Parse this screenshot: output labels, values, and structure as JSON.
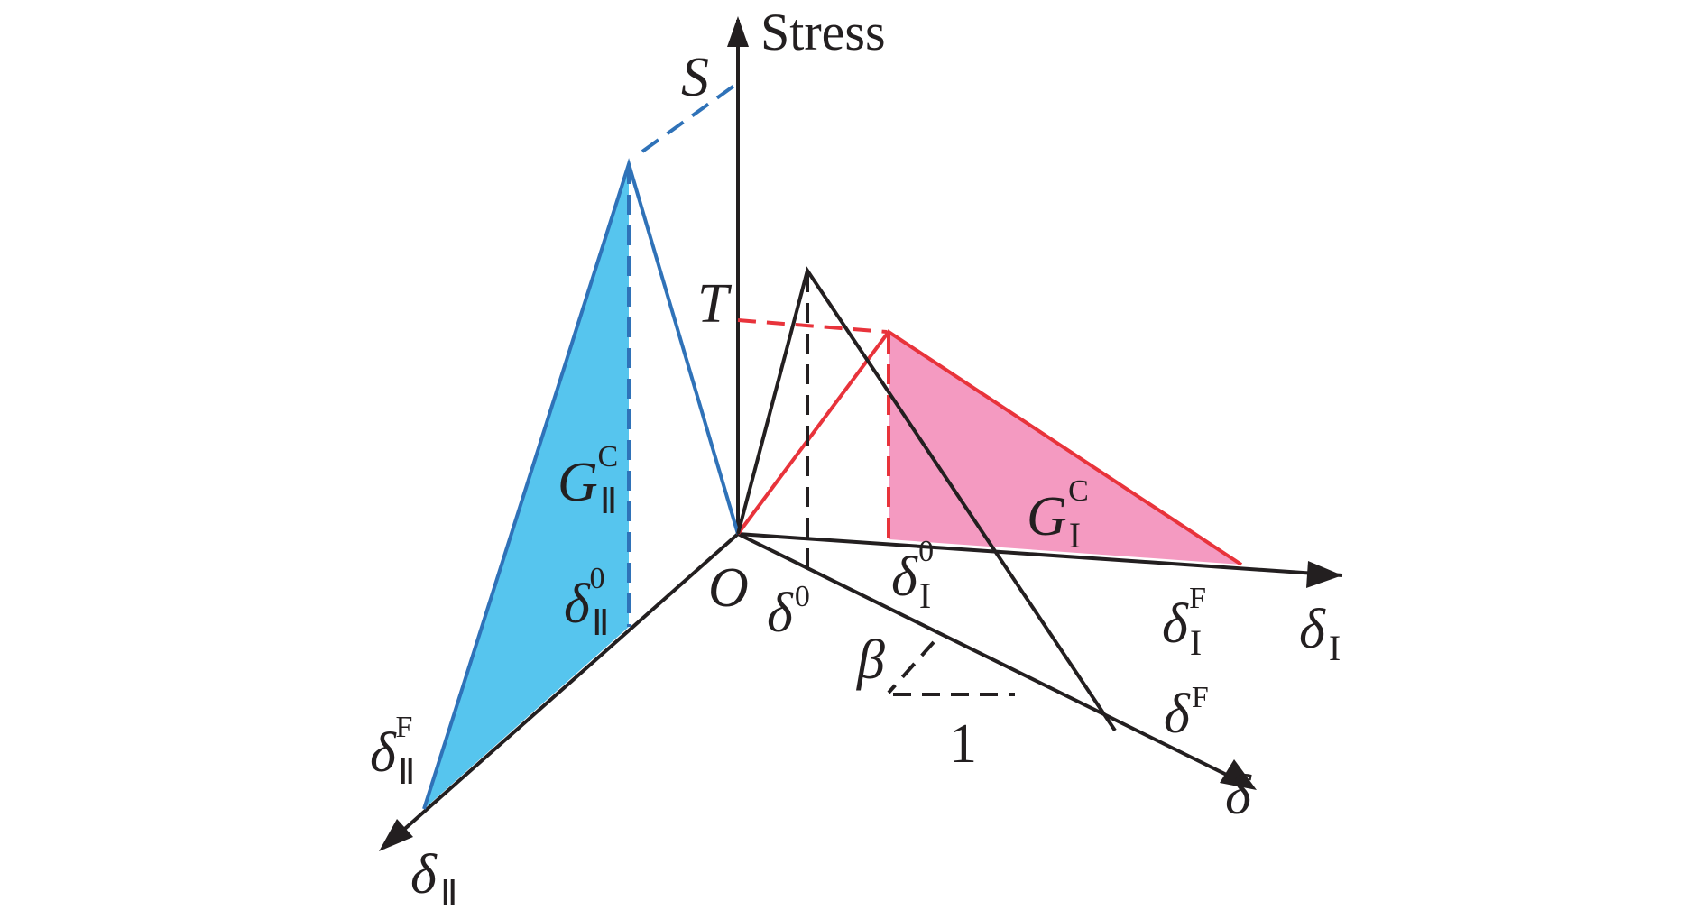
{
  "axes": {
    "stress": "Stress",
    "delta_I": {
      "main": "δ",
      "sub": "I"
    },
    "delta_II": {
      "main": "δ",
      "sub": "Ⅱ"
    },
    "delta": "δ"
  },
  "points": {
    "origin": "O",
    "shear_strength": "S",
    "normal_strength": "T",
    "delta_I_0": {
      "main": "δ",
      "sub": "I",
      "sup": "0"
    },
    "delta_II_0": {
      "main": "δ",
      "sub": "Ⅱ",
      "sup": "0"
    },
    "delta_I_F": {
      "main": "δ",
      "sub": "I",
      "sup": "F"
    },
    "delta_II_F": {
      "main": "δ",
      "sub": "Ⅱ",
      "sup": "F"
    },
    "delta_0": {
      "main": "δ",
      "sup": "0"
    },
    "delta_F": {
      "main": "δ",
      "sup": "F"
    }
  },
  "areas": {
    "G_I_C": {
      "main": "G",
      "sub": "I",
      "sup": "C"
    },
    "G_II_C": {
      "main": "G",
      "sub": "Ⅱ",
      "sup": "C"
    }
  },
  "slope": {
    "angle": "β",
    "run": "1"
  },
  "colors": {
    "axis": "#231f20",
    "mode_I": "#e8333b",
    "mode_I_fill": "#f49ac1",
    "mode_II": "#2f72b8",
    "mode_II_fill": "#56c5ee",
    "mixed": "#231f20"
  }
}
